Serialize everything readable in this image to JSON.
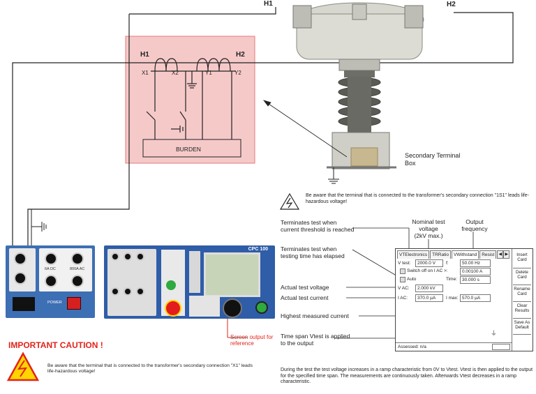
{
  "terminals": {
    "h1_top": "H1",
    "h2_top": "H2",
    "h1_ct": "H1",
    "h2_ct": "H2",
    "x1": "X1",
    "x2": "X2",
    "y1": "Y1",
    "y2": "Y2",
    "burden": "BURDEN"
  },
  "secondary_terminal_box": "Secondary Terminal\nBox",
  "notice_1s1": "Be aware that the terminal that is connected to the transformer's secondary connection \"1S1\" leads life-hazardous voltage!",
  "annotations": {
    "current_threshold": "Terminates test when\ncurrent threshold is reached",
    "nominal_voltage": "Nominal test\nvoltage\n(2kV max.)",
    "output_frequency": "Output\nfrequency",
    "time_elapsed": "Terminates test when\ntesting time has elapsed",
    "actual_voltage": "Actual test voltage",
    "actual_current": "Actual test current",
    "highest_current": "Highest measured current",
    "time_span": "Time span Vtest is applied\nto the output"
  },
  "screen_output": "Screen output for\nreference",
  "caution": {
    "title": "IMPORTANT CAUTION !",
    "text": "Be aware that the terminal that is connected to the transformer's secondary connection \"X1\" leads life-hazardous voltage!"
  },
  "ramp_text": "During the test the test voltage increases in a ramp characteristic from 0V to Vtest. Vtest is then applied to the output for the specified time span. The measurements are continuously taken. Afterwards Vtest decreases in a ramp characteristic.",
  "software": {
    "tabs": [
      "VTElectronics",
      "TRRatio",
      "VWithstand",
      "Resist"
    ],
    "active_tab": "VWithstand",
    "buttons": [
      "Insert\nCard",
      "Delete\nCard",
      "Rename\nCard",
      "Clear\nResults",
      "Save As\nDefault"
    ],
    "v_test_label": "V test:",
    "v_test_value": "2000.0 V",
    "f_label": "f:",
    "f_value": "50.00 Hz",
    "switch_off_label": "Switch off on I AC >:",
    "switch_off_value": "0.00100 A",
    "auto_label": "Auto",
    "time_label": "Time:",
    "time_value": "30.000 s",
    "vac_label": "V AC:",
    "vac_value": "2.000 kV",
    "iac_label": "I AC:",
    "iac_value": "370.0 µA",
    "imax_label": "I max:",
    "imax_value": "570.0 µA",
    "assessed": "Assessed: n/a"
  },
  "device": {
    "cpc_title": "CPC 100",
    "left_label_dc": "6A DC",
    "left_label_ac": "800A AC",
    "left_label_power": "POWER"
  },
  "colors": {
    "ct_box": "#f6c9c9",
    "ct_border": "#e07a7a",
    "caution_red": "#e2231a",
    "device_blue": "#3d6fb4"
  }
}
